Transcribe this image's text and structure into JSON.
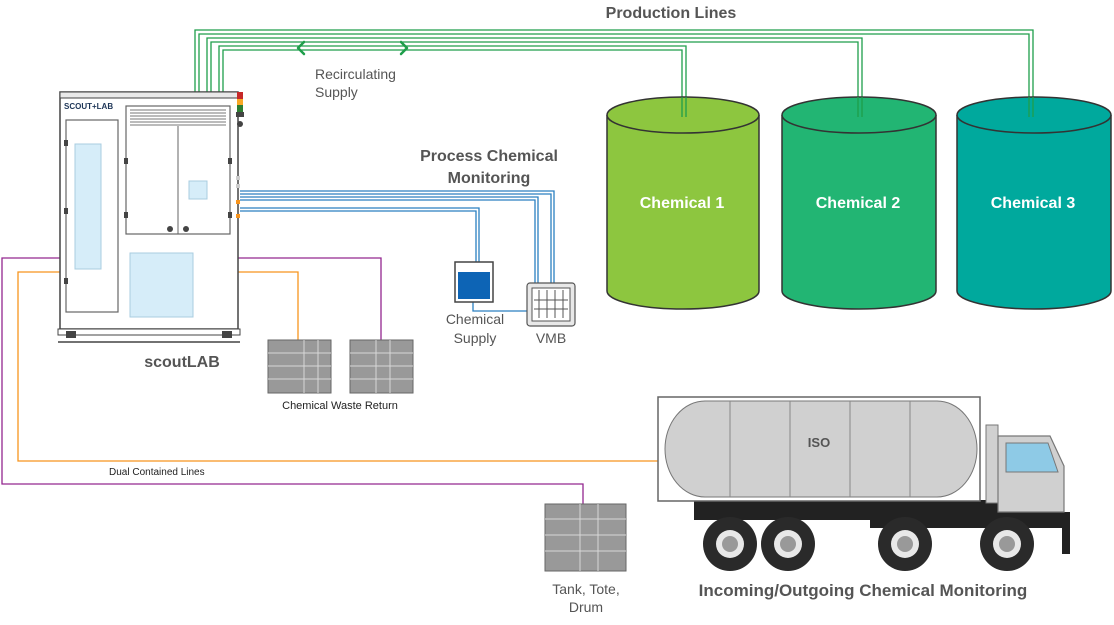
{
  "headings": {
    "production_lines": "Production Lines",
    "process_monitoring_1": "Process Chemical",
    "process_monitoring_2": "Monitoring",
    "incoming_outgoing": "Incoming/Outgoing Chemical Monitoring"
  },
  "labels": {
    "recirculating_1": "Recirculating",
    "recirculating_2": "Supply",
    "chemical_supply_1": "Chemical",
    "chemical_supply_2": "Supply",
    "vmb": "VMB",
    "scoutlab": "scoutLAB",
    "scoutlab_logo": "SCOUT+LAB",
    "waste_return": "Chemical Waste Return",
    "dual_lines": "Dual Contained Lines",
    "tank_1": "Tank, Tote,",
    "tank_2": "Drum",
    "iso": "ISO"
  },
  "tanks": [
    {
      "label": "Chemical 1",
      "color": "#8dc63f",
      "dark": "#5c8a22"
    },
    {
      "label": "Chemical 2",
      "color": "#22b573",
      "dark": "#137a4a"
    },
    {
      "label": "Chemical 3",
      "color": "#00a99d",
      "dark": "#00756c"
    }
  ],
  "colors": {
    "production_line": "#1e9e4a",
    "process_line": "#2a7fc1",
    "orange_line": "#f7941d",
    "purple_line": "#93278f",
    "text": "#555555"
  }
}
